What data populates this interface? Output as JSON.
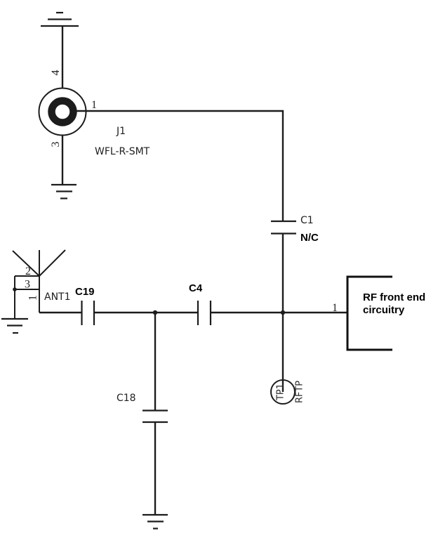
{
  "schematic": {
    "colors": {
      "background": "#ffffff",
      "wire": "#1c1c1c",
      "annotation": "#000000"
    },
    "j1": {
      "ref": "J1",
      "value": "WFL-R-SMT",
      "pin_top": "4",
      "pin_right": "1",
      "pin_bottom": "3"
    },
    "c1": {
      "ref": "C1",
      "note": "N/C"
    },
    "ant1": {
      "ref": "ANT1",
      "pin_2": "2",
      "pin_3": "3",
      "pin_1": "1"
    },
    "c19": {
      "ref": "C19"
    },
    "c4": {
      "ref": "C4"
    },
    "c18": {
      "ref": "C18"
    },
    "tp1": {
      "ref": "TP1",
      "net": "RFTP"
    },
    "rf_block": {
      "line1": "RF front end",
      "line2": "circuitry",
      "pin": "1"
    }
  }
}
